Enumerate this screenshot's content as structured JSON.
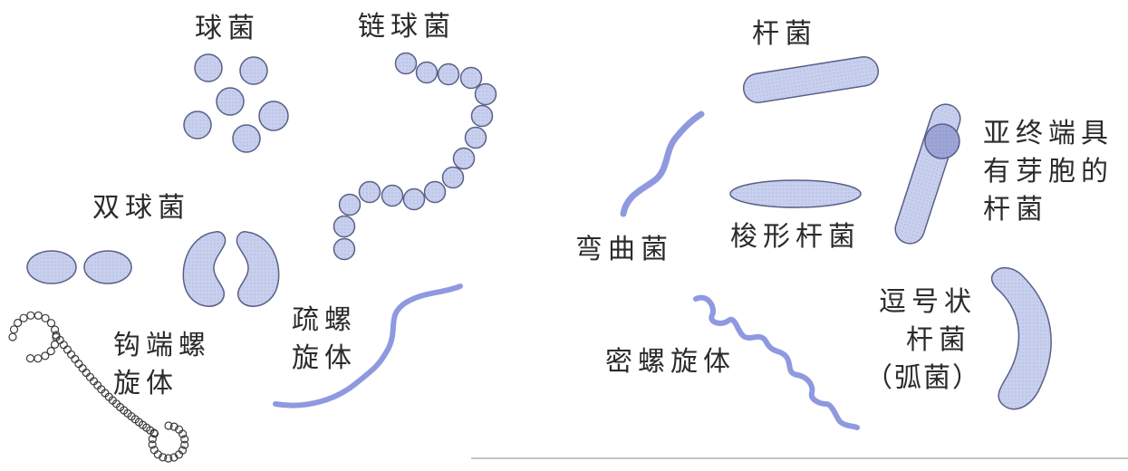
{
  "labels": {
    "coccus": "球菌",
    "streptococcus": "链球菌",
    "bacillus": "杆菌",
    "diplococcus": "双球菌",
    "vibrio_curved": "弯曲菌",
    "fusiform": "梭形杆菌",
    "subterminal_spore": [
      "亚终端具",
      "有芽胞的",
      "杆菌"
    ],
    "hooked_spirillum": [
      "钩端螺",
      "旋体"
    ],
    "loose_spirochete": [
      "疏螺",
      "旋体"
    ],
    "dense_spirochete": "密螺旋体",
    "comma_bacillus": [
      "逗号状",
      "杆菌",
      "（弧菌）"
    ]
  },
  "colors": {
    "fill": "#c8d0ee",
    "fill_dark": "#9ea6d6",
    "stroke": "#5a5f86",
    "wave": "#8f99e0",
    "rule": "#a3a3a3"
  }
}
